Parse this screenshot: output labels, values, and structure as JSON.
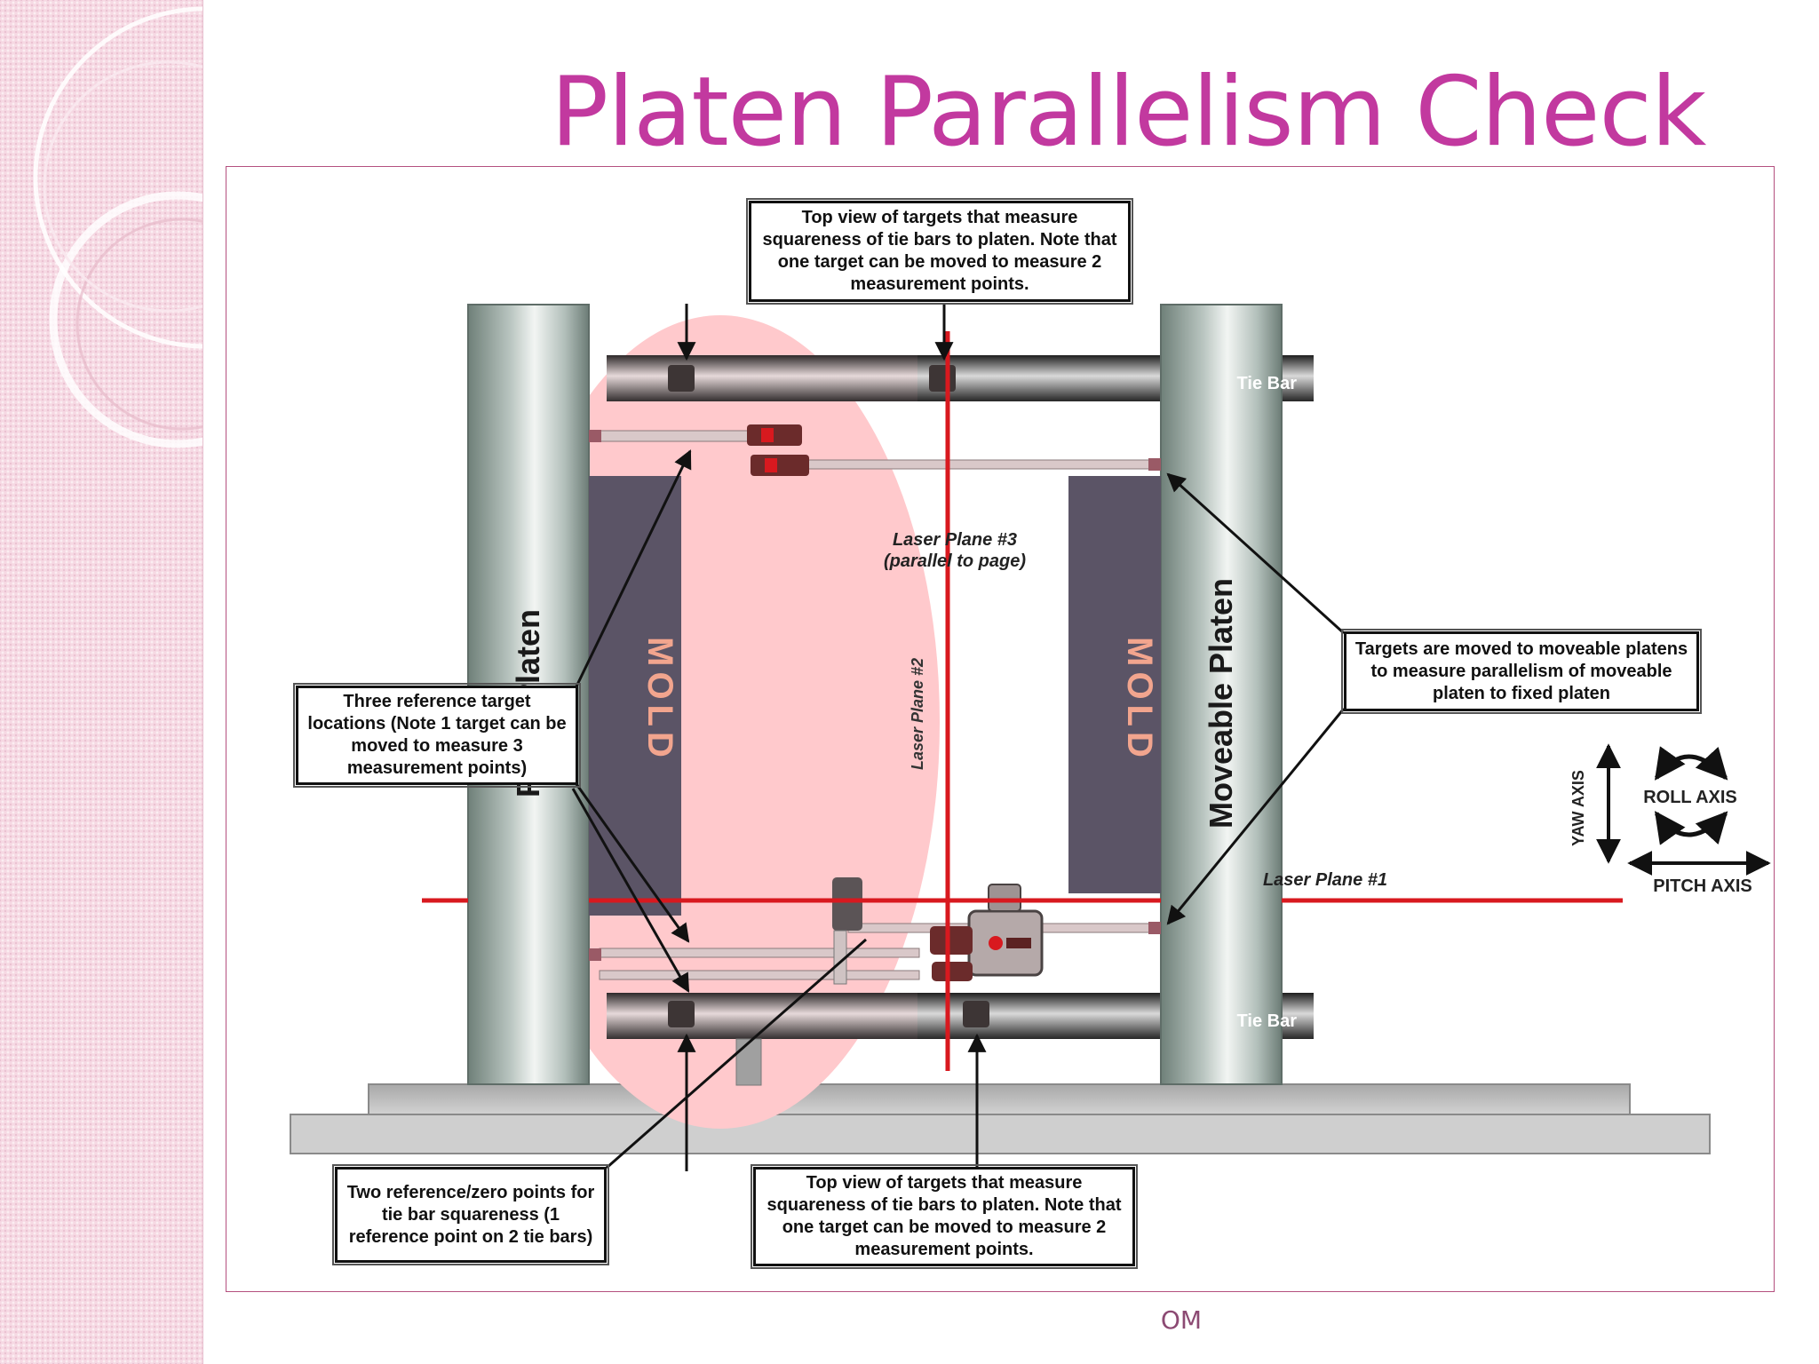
{
  "slide": {
    "title": "Platen Parallelism Check",
    "footer": "OM"
  },
  "diagram": {
    "labels": {
      "fixed_platen": "Fixed Platen",
      "moveable_platen": "Moveable Platen",
      "tie_bar_top": "Tie Bar",
      "tie_bar_bottom": "Tie Bar",
      "mold_left": "MOLD",
      "mold_right": "MOLD",
      "laser_plane_1": "Laser Plane #1",
      "laser_plane_2": "Laser Plane #2",
      "laser_plane_3_line1": "Laser Plane #3",
      "laser_plane_3_line2": "(parallel to page)",
      "yaw_axis": "YAW AXIS",
      "roll_axis": "ROLL AXIS",
      "pitch_axis": "PITCH AXIS"
    },
    "callouts": {
      "top_targets": "Top view of targets that measure squareness of tie bars to platen. Note that one target can be moved to measure 2 measurement points.",
      "bottom_targets": "Top view of targets that measure squareness of tie bars to platen. Note that one target can be moved to measure 2 measurement points.",
      "three_reference": "Three reference target locations (Note 1 target can be moved to measure 3 measurement points)",
      "moveable_targets": "Targets are moved to moveable platens to measure parallelism of moveable platen to fixed platen",
      "two_reference": "Two reference/zero points for tie bar squareness (1 reference point on 2 tie bars)"
    },
    "colors": {
      "title": "#c2399f",
      "laser": "#d8191f",
      "laser_zone": "#ffc9cc",
      "mold": "#5b5466",
      "mold_text": "#f2a58e",
      "frame_border": "#b4507f"
    }
  }
}
